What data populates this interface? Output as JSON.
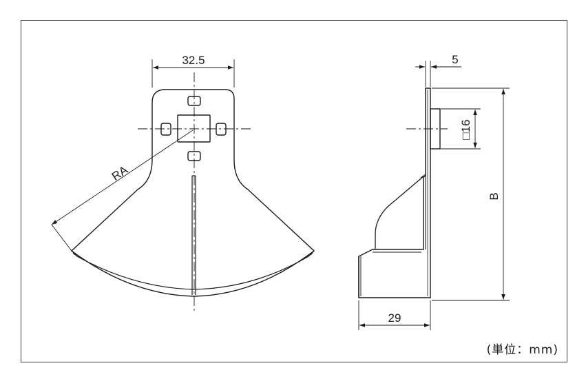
{
  "labels": {
    "width_top": "32.5",
    "radius": "RA",
    "thickness": "5",
    "square_hole": "□16",
    "height": "B",
    "depth": "29",
    "unit": "(単位：mm)"
  },
  "colors": {
    "line": "#1a1a1a",
    "frame": "#3a3a3a",
    "background": "#ffffff"
  }
}
